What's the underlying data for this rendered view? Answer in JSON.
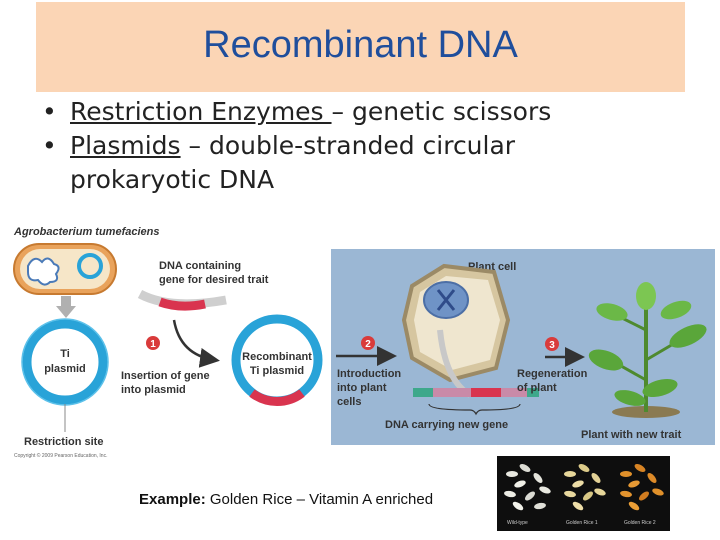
{
  "slide": {
    "title": "Recombinant DNA",
    "bullets": [
      {
        "term": "Restriction Enzymes ",
        "rest": "– genetic scissors",
        "cont": ""
      },
      {
        "term": "Plasmids",
        "rest": " – double-stranded circular",
        "cont": "prokaryotic DNA"
      }
    ]
  },
  "figure": {
    "organism": "Agrobacterium tumefaciens",
    "dna_label_1": "DNA containing",
    "dna_label_2": "gene for desired trait",
    "ti_label_1": "Ti",
    "ti_label_2": "plasmid",
    "recomb_label_1": "Recombinant",
    "recomb_label_2": "Ti plasmid",
    "step1_num": "1",
    "step1_label_1": "Insertion of gene",
    "step1_label_2": "into plasmid",
    "restriction_label": "Restriction site",
    "copyright": "Copyright © 2009 Pearson Education, Inc.",
    "plant_cell_label": "Plant cell",
    "step2_num": "2",
    "step2_label_1": "Introduction",
    "step2_label_2": "into plant",
    "step2_label_3": "cells",
    "step3_num": "3",
    "step3_label_1": "Regeneration",
    "step3_label_2": "of plant",
    "dna_new_label": "DNA carrying new gene",
    "plant_label": "Plant with new trait"
  },
  "example": {
    "prefix": "Example:",
    "text": " Golden Rice – Vitamin A enriched"
  },
  "rice": {
    "labels": [
      "Wild-type",
      "Golden Rice 1",
      "Golden Rice 2"
    ]
  },
  "colors": {
    "title": "#1f4e9c",
    "title_bg": "#fbd5b5",
    "panel": "#9bb7d4",
    "plasmid": "#29a3d8",
    "gene": "#d9344f",
    "step": "#d93b3b"
  }
}
